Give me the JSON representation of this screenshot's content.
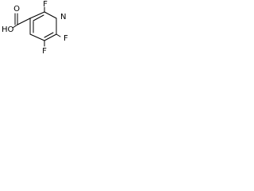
{
  "molecule": {
    "atoms": {
      "f_top": "F",
      "f_mid": "F",
      "f_bottom": "F",
      "n_ring": "N",
      "cooh_o": "O",
      "cooh_ho": "HO"
    }
  },
  "colors": {
    "bond": "#000000",
    "label": "#000000",
    "background": "#ffffff"
  }
}
